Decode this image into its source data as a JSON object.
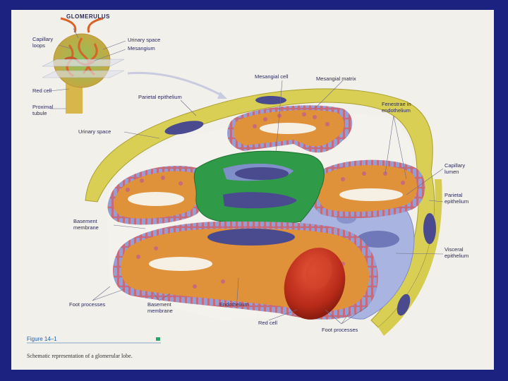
{
  "labels": {
    "glomerulus": "GLOMERULUS",
    "capillary_loops": "Capillary\nloops",
    "urinary_space_top": "Urinary space",
    "mesangium": "Mesangium",
    "red_cell_top": "Red cell",
    "proximal_tubule": "Proximal\ntubule",
    "parietal_epithelium_top": "Parietal epithelium",
    "mesangial_cell": "Mesangial cell",
    "mesangial_matrix": "Mesangial matrix",
    "fenestrae": "Fenestrae in\nendothelium",
    "urinary_space": "Urinary space",
    "capillary_lumen": "Capillary\nlumen",
    "parietal_epithelium_right": "Parietal\nepithelium",
    "basement_membrane_left": "Basement\nmembrane",
    "visceral_epithelium": "Visceral\nepithelium",
    "foot_processes_left": "Foot processes",
    "basement_membrane_bottom": "Basement\nmembrane",
    "endothelium": "Endothelium",
    "red_cell": "Red cell",
    "foot_processes_right": "Foot processes"
  },
  "figure": {
    "number": "Figure 14–1",
    "caption": "Schematic representation of a glomerular lobe."
  },
  "colors": {
    "frame": "#1c2280",
    "page": "#f2f0ea",
    "parietal": "#d9cf55",
    "capillary": "#e0923a",
    "mesangium": "#2f9a48",
    "visceral": "#a9b4e0",
    "red_cell": "#c0311f",
    "nucleus": "#4a4a8f"
  }
}
